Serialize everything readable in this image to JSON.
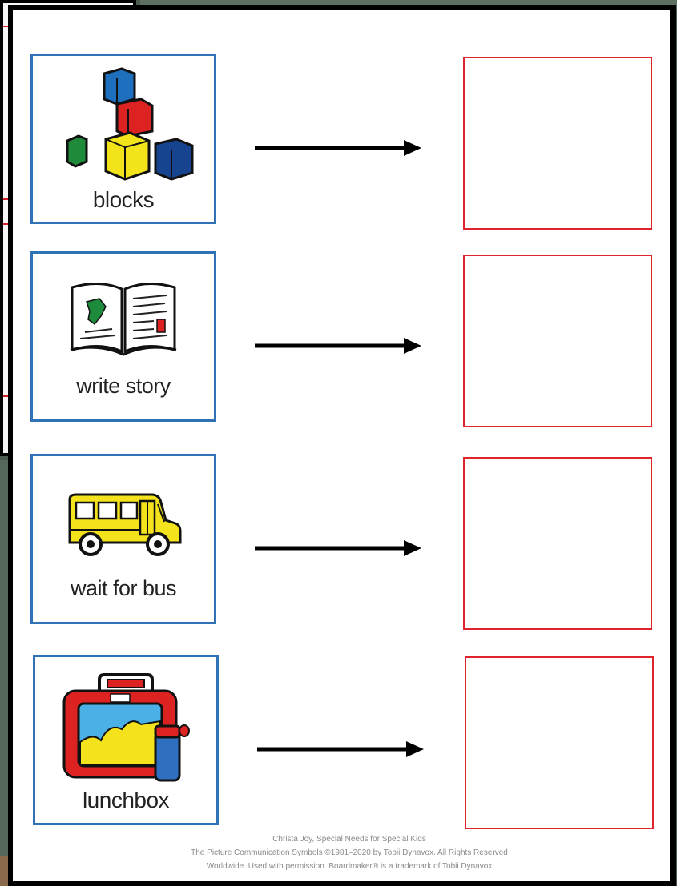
{
  "worksheet": {
    "rows": [
      {
        "label": "blocks",
        "icon": "blocks-icon"
      },
      {
        "label": "write story",
        "icon": "open-book-icon"
      },
      {
        "label": "wait for bus",
        "icon": "school-bus-icon"
      },
      {
        "label": "lunchbox",
        "icon": "lunchbox-icon"
      }
    ],
    "credits": {
      "line1": "Christa Joy, Special Needs for Special Kids",
      "line2": "The Picture Communication Symbols ©1981–2020 by Tobii Dynavox. All Rights Reserved",
      "line3": "Worldwide. Used with permission. Boardmaker® is a trademark of Tobii Dynavox"
    }
  },
  "colors": {
    "card_border": "#2f72b5",
    "answer_border": "#e0242c",
    "arrow": "#000000"
  }
}
